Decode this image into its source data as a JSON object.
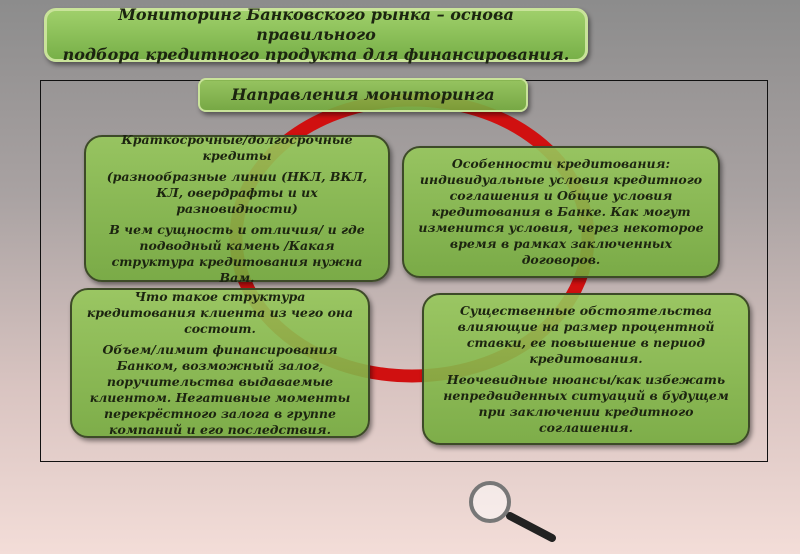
{
  "title": {
    "line1": "Мониторинг Банковского рынка – основа правильного",
    "line2": "подбора кредитного продукта для финансирования."
  },
  "header": "Направления мониторинга",
  "boxes": [
    {
      "lines": [
        "Краткосрочные/долгосрочные кредиты",
        "(разнообразные линии (НКЛ, ВКЛ, КЛ, овердрафты и их разновидности)",
        "В чем  сущность и отличия/ и где подводный камень  /Какая структура кредитования нужна Вам."
      ]
    },
    {
      "lines": [
        "Особенности кредитования: индивидуальные условия  кредитного соглашения  и Общие условия кредитования в Банке.  Как могут изменится условия, через некоторое время в рамках заключенных договоров."
      ]
    },
    {
      "lines": [
        "Что такое структура кредитования клиента из чего она состоит.",
        "Объем/лимит финансирования Банком, возможный залог, поручительства выдаваемые клиентом. Негативные моменты перекрёстного залога в группе компаний и его последствия."
      ]
    },
    {
      "lines": [
        "Существенные обстоятельства влияющие на размер  процентной ставки,  ее повышение в период кредитования.",
        "Неочевидные нюансы/как избежать непредвиденных ситуаций в будущем при заключении кредитного соглашения."
      ]
    }
  ],
  "colors": {
    "ring": "#d01010",
    "box": "#8cc05a"
  }
}
